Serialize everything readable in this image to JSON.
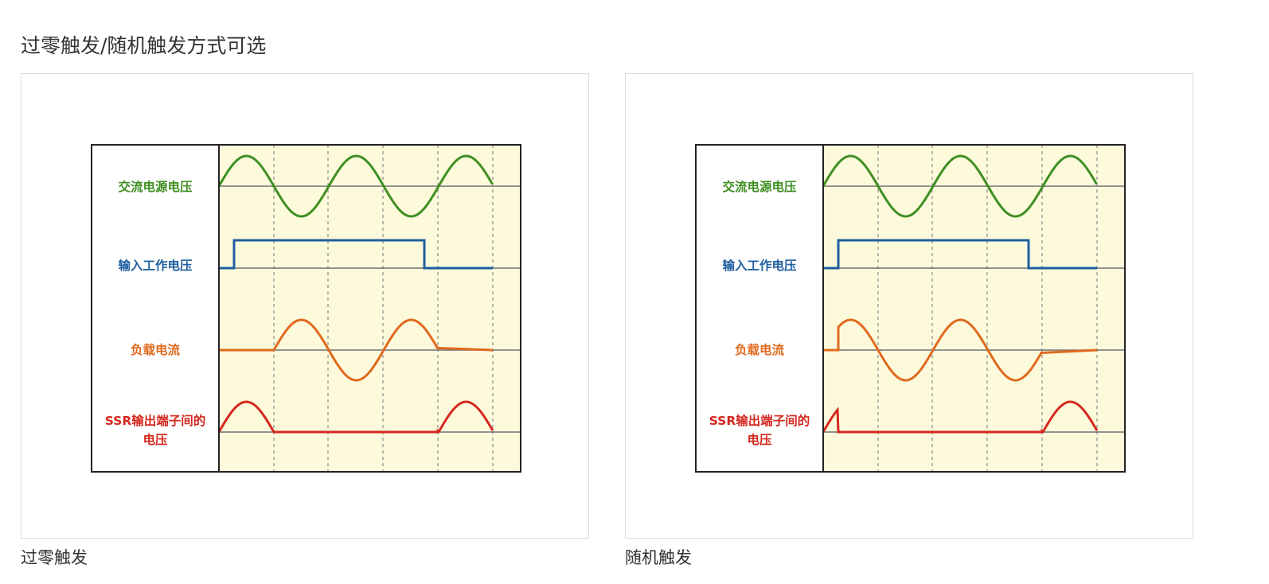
{
  "page": {
    "title": "过零触发/随机触发方式可选"
  },
  "signals": {
    "ac_voltage": "交流电源电压",
    "input_voltage": "输入工作电压",
    "load_current": "负载电流",
    "ssr_voltage_line1": "SSR输出端子间的",
    "ssr_voltage_line2": "电压"
  },
  "colors": {
    "ac": "#3f8f22",
    "input": "#1f5fa0",
    "load": "#e06a1e",
    "ssr": "#d4281f",
    "plot_background": "#fdfadc"
  },
  "figures": [
    {
      "mode": "zero-cross",
      "caption": "过零触发"
    },
    {
      "mode": "random",
      "caption": "随机触发"
    }
  ]
}
